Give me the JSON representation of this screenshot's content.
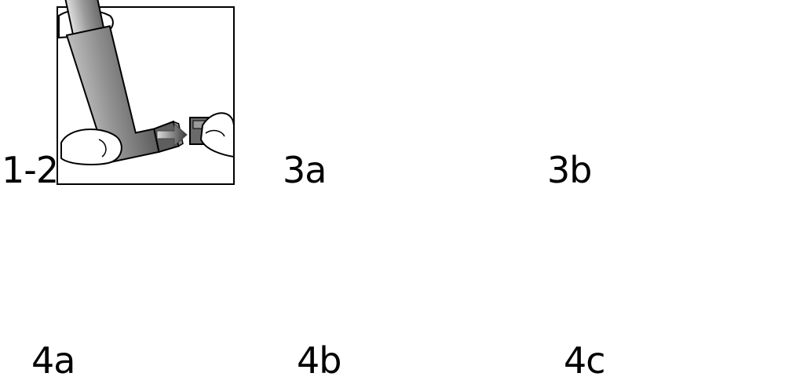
{
  "steps": [
    {
      "label": "1-2"
    },
    {
      "label": "3a"
    },
    {
      "label": "3b"
    },
    {
      "label": "4a"
    },
    {
      "label": "4b"
    },
    {
      "label": "4c"
    }
  ],
  "colors": {
    "frame": "#000000",
    "inhaler_body": "#8f8f8f",
    "inhaler_dark": "#5e5e5e",
    "inhaler_light": "#bdbdbd",
    "arrow_dark": "#3a3a3a",
    "spray_cloud": "#7a7a7a"
  },
  "icons": [
    "inhaler-icon",
    "mouthpiece-cap-icon",
    "arrow-icon",
    "face-profile-icon",
    "hand-icon",
    "spray-cloud-icon"
  ]
}
